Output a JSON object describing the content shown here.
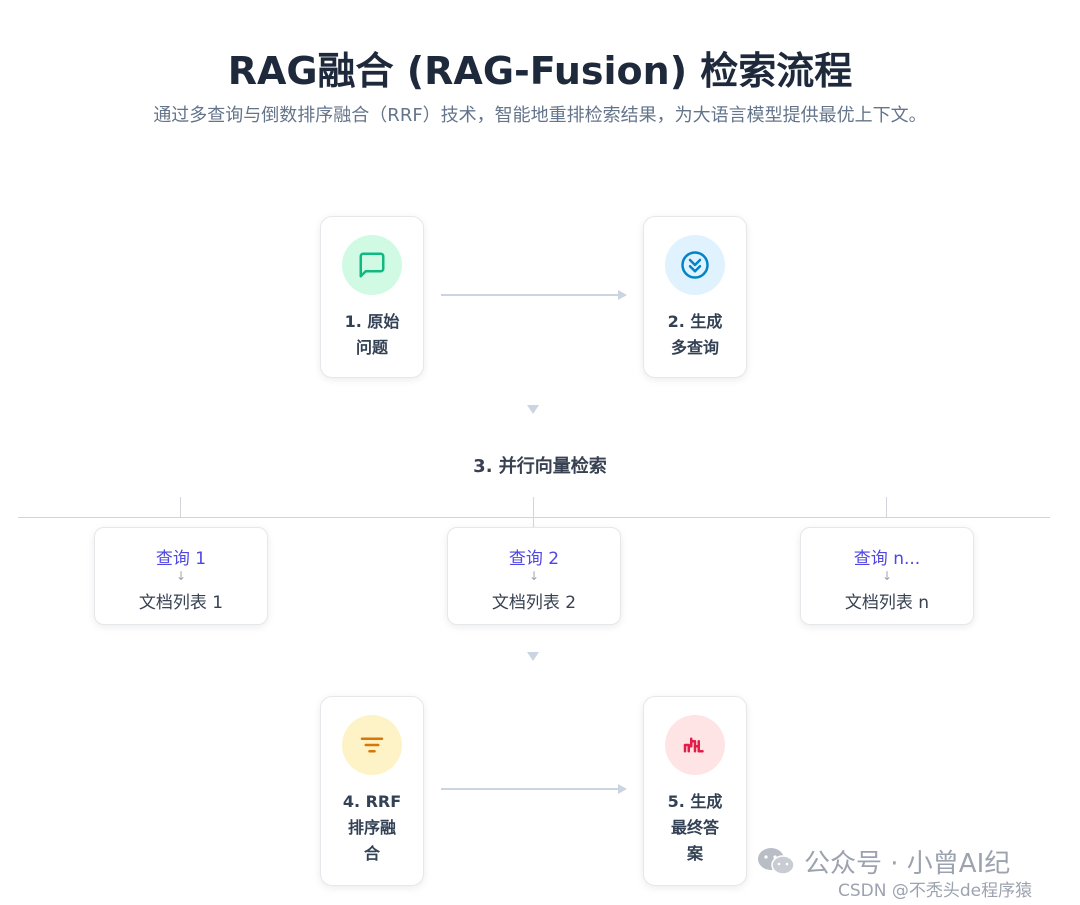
{
  "header": {
    "title": "RAG融合 (RAG-Fusion) 检索流程",
    "subtitle": "通过多查询与倒数排序融合（RRF）技术，智能地重排检索结果，为大语言模型提供最优上下文。"
  },
  "steps": {
    "s1": {
      "line1": "1. 原始",
      "line2": "问题",
      "icon": "message-square-icon",
      "color": "#10b981",
      "bg": "#d1fae5"
    },
    "s2": {
      "line1": "2. 生成",
      "line2": "多查询",
      "icon": "chevrons-down-circle-icon",
      "color": "#0284c7",
      "bg": "#e0f2fe"
    },
    "s4": {
      "line1": "4. RRF",
      "line2": "排序融",
      "line3": "合",
      "icon": "filter-icon",
      "color": "#d97706",
      "bg": "#fef3c7"
    },
    "s5": {
      "line1": "5. 生成",
      "line2": "最终答",
      "line3": "案",
      "icon": "brain-icon",
      "color": "#e11d48",
      "bg": "#ffe4e6"
    }
  },
  "parallel": {
    "label": "3. 并行向量检索",
    "queries": [
      {
        "query": "查询 1",
        "arrow": "↓",
        "docs": "文档列表 1"
      },
      {
        "query": "查询 2",
        "arrow": "↓",
        "docs": "文档列表 2"
      },
      {
        "query": "查询 n...",
        "arrow": "↓",
        "docs": "文档列表 n"
      }
    ]
  },
  "watermark": {
    "wechat": "公众号 · 小曾AI纪",
    "csdn": "CSDN @不秃头de程序猿"
  }
}
